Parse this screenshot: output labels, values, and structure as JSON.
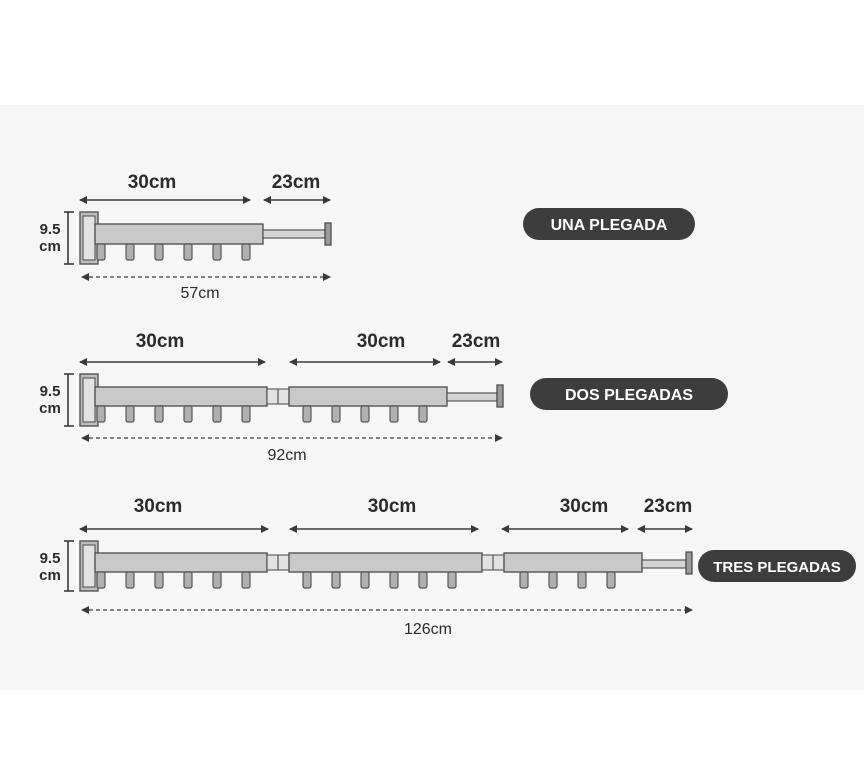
{
  "colors": {
    "badge": "#3d3d3d",
    "badge_text": "#ffffff",
    "bar_fill": "#c9c9c9",
    "stroke": "#555555",
    "text": "#2b2b2b"
  },
  "configs": [
    {
      "label": "UNA PLEGADA",
      "segments": [
        "30cm"
      ],
      "extension": "23cm",
      "total": "57cm",
      "height_top": "9.5",
      "height_bottom": "cm"
    },
    {
      "label": "DOS PLEGADAS",
      "segments": [
        "30cm",
        "30cm"
      ],
      "extension": "23cm",
      "total": "92cm",
      "height_top": "9.5",
      "height_bottom": "cm"
    },
    {
      "label": "TRES PLEGADAS",
      "segments": [
        "30cm",
        "30cm",
        "30cm"
      ],
      "extension": "23cm",
      "total": "126cm",
      "height_top": "9.5",
      "height_bottom": "cm"
    }
  ]
}
